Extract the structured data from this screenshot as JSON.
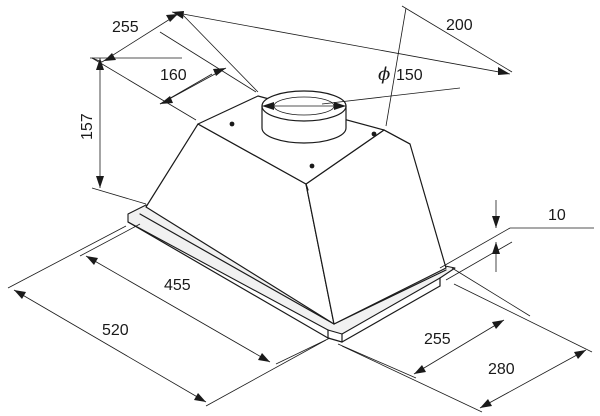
{
  "diagram": {
    "subject": "built-in cooker hood",
    "units": "mm",
    "dimensions": {
      "top_depth": "255",
      "top_width": "200",
      "outlet_offset": "160",
      "outlet_diameter": "150",
      "diameter_symbol": "ϕ",
      "body_height": "157",
      "flange_thickness": "10",
      "inner_width": "455",
      "outer_width": "520",
      "inner_depth": "255",
      "outer_depth": "280"
    }
  }
}
